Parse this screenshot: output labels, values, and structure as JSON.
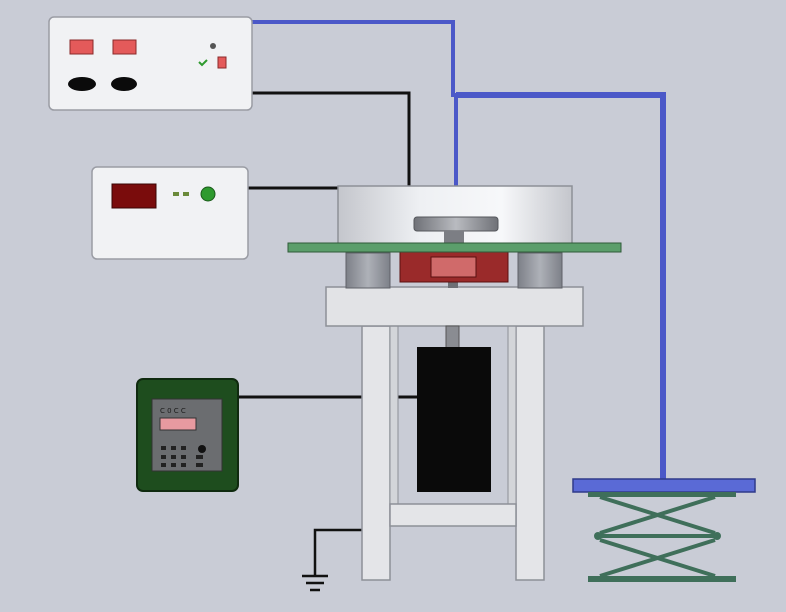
{
  "scene": {
    "background": "#c9ccd6",
    "colors": {
      "panel": "#f1f2f4",
      "panel_border": "#9a9ca4",
      "switch_red": "#e45a5a",
      "display_dark_red": "#7a0c0c",
      "led_green": "#2e9a2e",
      "socket_black": "#0b0b0b",
      "wire_blue": "#4b58c8",
      "wire_black": "#111111",
      "frame_light_gray": "#e4e5e8",
      "frame_gray": "#cfd1d6",
      "plate_green": "#5b9e6b",
      "magnet_red": "#9a2a2a",
      "motor_black": "#0a0a0a",
      "controller_green": "#1e4d1e",
      "platform_blue": "#5a6ad6",
      "scissor_green": "#3f6f5a"
    },
    "labels": {
      "controller_keys": "C 0 C C"
    },
    "components": [
      {
        "name": "power-supply",
        "icon": "power-supply-icon"
      },
      {
        "name": "temperature-display",
        "icon": "digital-display-icon"
      },
      {
        "name": "speed-controller",
        "icon": "keypad-controller-icon"
      },
      {
        "name": "test-chamber",
        "icon": "cylinder-chamber-icon"
      },
      {
        "name": "motor",
        "icon": "motor-icon"
      },
      {
        "name": "scissor-lift",
        "icon": "scissor-lift-icon"
      },
      {
        "name": "ground",
        "icon": "ground-symbol-icon"
      }
    ]
  }
}
